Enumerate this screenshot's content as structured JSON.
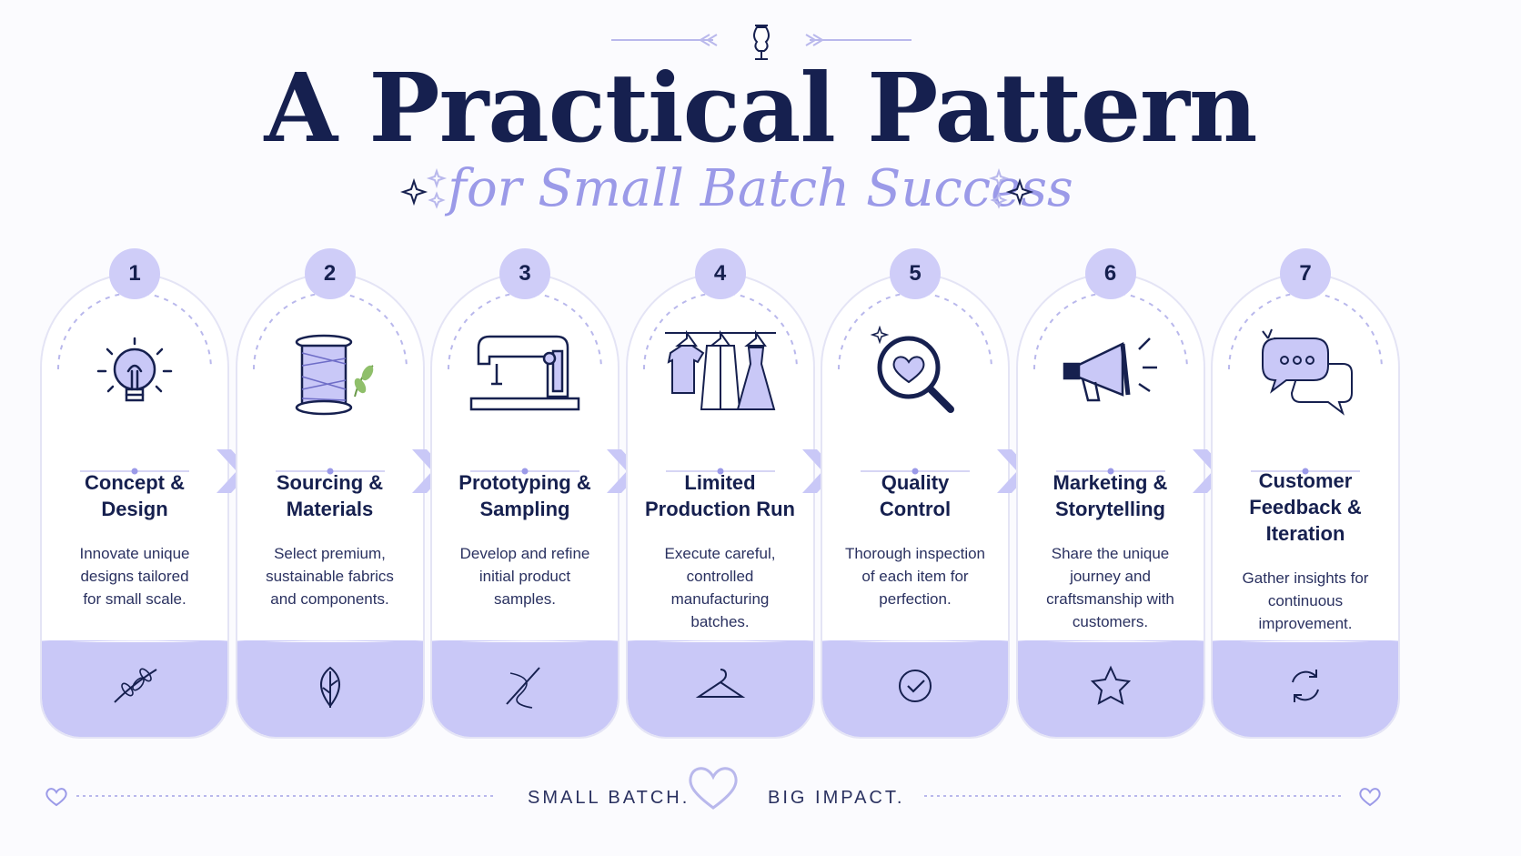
{
  "title": "A Practical Pattern",
  "subtitle": "for Small Batch Success",
  "colors": {
    "navy": "#16204f",
    "lavender": "#9b9ae8",
    "base": "#c9c8f7",
    "badge": "#cfcdf8"
  },
  "steps": [
    {
      "num": "1",
      "title_lines": [
        "Concept &",
        "Design"
      ],
      "desc_lines": [
        "Innovate unique",
        "designs tailored",
        "for small scale."
      ],
      "icon": "lightbulb-icon",
      "base_icon": "branch-icon"
    },
    {
      "num": "2",
      "title_lines": [
        "Sourcing &",
        "Materials"
      ],
      "desc_lines": [
        "Select premium,",
        "sustainable fabrics",
        "and components."
      ],
      "icon": "thread-spool-icon",
      "base_icon": "leaf-icon"
    },
    {
      "num": "3",
      "title_lines": [
        "Prototyping &",
        "Sampling"
      ],
      "desc_lines": [
        "Develop and refine",
        "initial product",
        "samples."
      ],
      "icon": "sewing-machine-icon",
      "base_icon": "needle-thread-icon"
    },
    {
      "num": "4",
      "title_lines": [
        "Limited",
        "Production Run"
      ],
      "desc_lines": [
        "Execute careful,",
        "controlled",
        "manufacturing",
        "batches."
      ],
      "icon": "clothing-rack-icon",
      "base_icon": "hanger-icon"
    },
    {
      "num": "5",
      "title_lines": [
        "Quality",
        "Control"
      ],
      "desc_lines": [
        "Thorough inspection",
        "of each item for",
        "perfection."
      ],
      "icon": "magnifier-heart-icon",
      "base_icon": "check-circle-icon"
    },
    {
      "num": "6",
      "title_lines": [
        "Marketing &",
        "Storytelling"
      ],
      "desc_lines": [
        "Share the unique",
        "journey and",
        "craftsmanship with",
        "customers."
      ],
      "icon": "megaphone-icon",
      "base_icon": "star-icon"
    },
    {
      "num": "7",
      "title_lines": [
        "Customer",
        "Feedback &",
        "Iteration"
      ],
      "desc_lines": [
        "Gather insights for",
        "continuous",
        "improvement."
      ],
      "icon": "chat-bubbles-icon",
      "base_icon": "refresh-icon"
    }
  ],
  "footer": {
    "left": "SMALL BATCH.",
    "right": "BIG IMPACT."
  }
}
